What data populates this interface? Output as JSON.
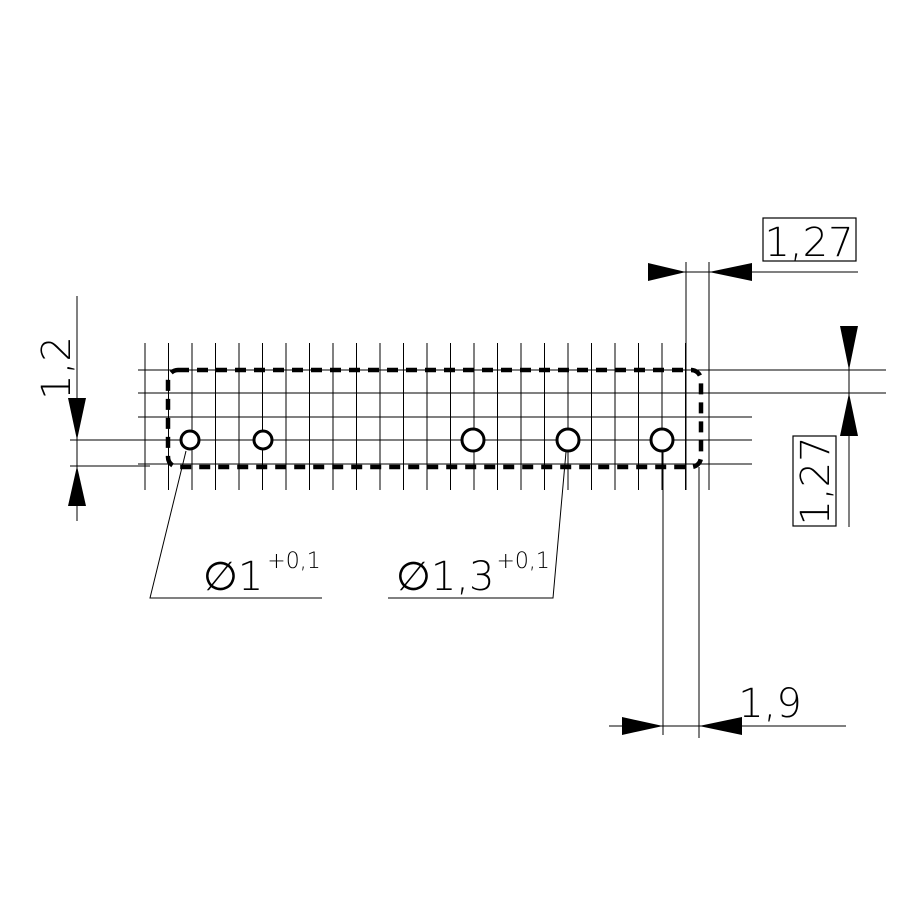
{
  "dimensions": {
    "pitch_top": "1,27",
    "pitch_right": "1,27",
    "offset_left": "1,2",
    "offset_bottom": "1,9"
  },
  "callouts": {
    "small_hole": {
      "symbol": "∅",
      "value": "1",
      "tolerance": "+0,1"
    },
    "large_hole": {
      "symbol": "∅",
      "value": "1,3",
      "tolerance": "+0,1"
    }
  }
}
